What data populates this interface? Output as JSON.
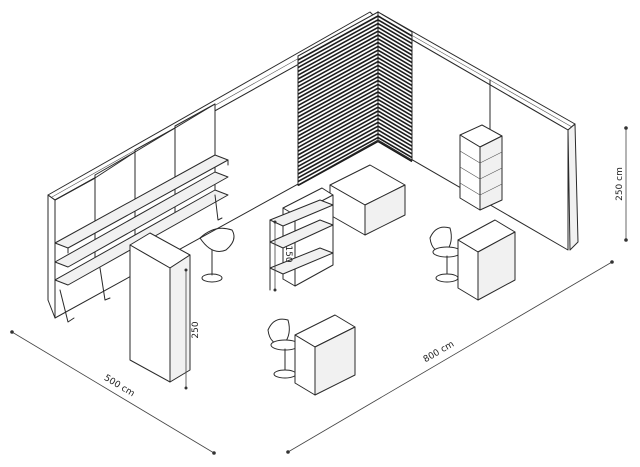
{
  "dimensions": {
    "width_label": "800 cm",
    "depth_label": "500 cm",
    "height_label": "250 cm",
    "column_height_label": "250",
    "shelf_height_label": "150"
  }
}
